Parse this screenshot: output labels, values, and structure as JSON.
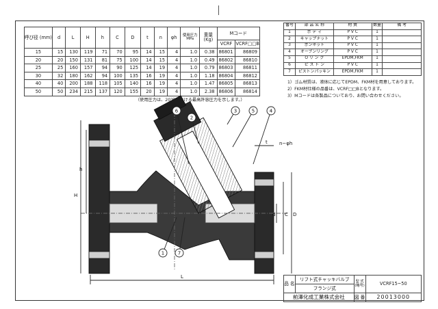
{
  "dimension_table": {
    "headers": [
      "呼び径 (mm)",
      "d",
      "L",
      "H",
      "h",
      "C",
      "D",
      "t",
      "n",
      "φh",
      "使用圧力 MPa",
      "重量 (Kg)",
      "Mコード"
    ],
    "subheaders": [
      "VCRF",
      "VCRF□□B"
    ],
    "rows": [
      [
        "15",
        "15",
        "130",
        "119",
        "71",
        "70",
        "95",
        "14",
        "15",
        "4",
        "1.0",
        "0.38",
        "86801",
        "86809"
      ],
      [
        "20",
        "20",
        "150",
        "131",
        "81",
        "75",
        "100",
        "14",
        "15",
        "4",
        "1.0",
        "0.49",
        "86802",
        "86810"
      ],
      [
        "25",
        "25",
        "160",
        "157",
        "94",
        "90",
        "125",
        "14",
        "19",
        "4",
        "1.0",
        "0.79",
        "86803",
        "86811"
      ],
      [
        "30",
        "32",
        "180",
        "162",
        "94",
        "100",
        "135",
        "16",
        "19",
        "4",
        "1.0",
        "1.18",
        "86804",
        "86812"
      ],
      [
        "40",
        "40",
        "200",
        "188",
        "118",
        "105",
        "140",
        "16",
        "19",
        "4",
        "1.0",
        "1.47",
        "86805",
        "86813"
      ],
      [
        "50",
        "50",
        "234",
        "215",
        "137",
        "120",
        "155",
        "20",
        "19",
        "4",
        "1.0",
        "2.38",
        "86806",
        "86814"
      ]
    ],
    "footnote": "（使用圧力は、20℃における最高許容圧力を示します。）"
  },
  "parts_table": {
    "headers": [
      "番号",
      "部 品 名 称",
      "材 質",
      "数量",
      "備 考"
    ],
    "rows": [
      [
        "1",
        "ボ デ ィ",
        "P V C",
        "1",
        ""
      ],
      [
        "2",
        "キャップナット",
        "P V C",
        "1",
        ""
      ],
      [
        "3",
        "ボンネット",
        "P V C",
        "1",
        ""
      ],
      [
        "4",
        "オーブンリング",
        "P V C",
        "1",
        ""
      ],
      [
        "5",
        "O リ ン グ",
        "EPDM,FKM",
        "1",
        ""
      ],
      [
        "6",
        "ピ ス ト ン",
        "P V C",
        "1",
        ""
      ],
      [
        "7",
        "ピストンパッキン",
        "EPDM,FKM",
        "1",
        ""
      ]
    ]
  },
  "notes": [
    "1）ゴム材質は、液体に応じてEPDM、FKM材を用意しております。",
    "2）FKM材仕様の品番は、VCRF□□Bとなります。",
    "3）Mコードは各製品についており、お問い合わせください。"
  ],
  "drawing_labels": {
    "balloons": [
      "1",
      "2",
      "3",
      "4",
      "5",
      "6",
      "7"
    ],
    "dims": {
      "L": "L",
      "H": "H",
      "h": "h",
      "t": "t",
      "nphih": "n−φh",
      "d": "d",
      "C": "C",
      "D": "D"
    }
  },
  "title_block": {
    "name_label": "品 名",
    "name_value_1": "リフト式チャッキバルブ",
    "name_value_2": "フランジ式",
    "model_label": "型 式 (略号)",
    "model_value": "VCRF15~50",
    "company": "前澤化成工業株式会社",
    "drawing_no_label": "図 番",
    "drawing_no_value": "20013000"
  }
}
